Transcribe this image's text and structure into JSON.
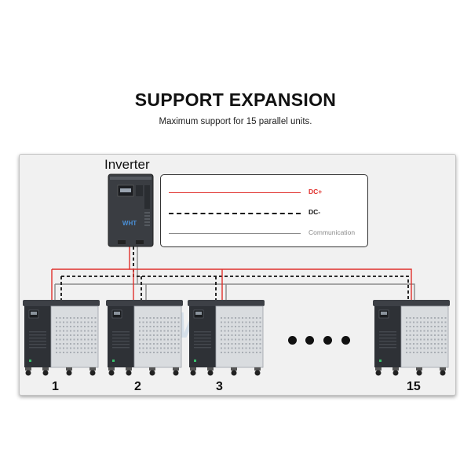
{
  "header": {
    "title": "SUPPORT EXPANSION",
    "subtitle": "Maximum support for 15 parallel units."
  },
  "inverter": {
    "label": "Inverter",
    "brand": "WHT"
  },
  "legend": [
    {
      "label": "DC+",
      "color": "#e0302c",
      "style": "solid"
    },
    {
      "label": "DC-",
      "color": "#111111",
      "style": "dashed"
    },
    {
      "label": "Communication",
      "color": "#8a8a8a",
      "style": "solid"
    }
  ],
  "units": [
    {
      "label": "1"
    },
    {
      "label": "2"
    },
    {
      "label": "3"
    },
    {
      "label": "15"
    }
  ],
  "colors": {
    "dc_plus": "#e0302c",
    "dc_minus": "#111111",
    "communication": "#8a8a8a"
  }
}
